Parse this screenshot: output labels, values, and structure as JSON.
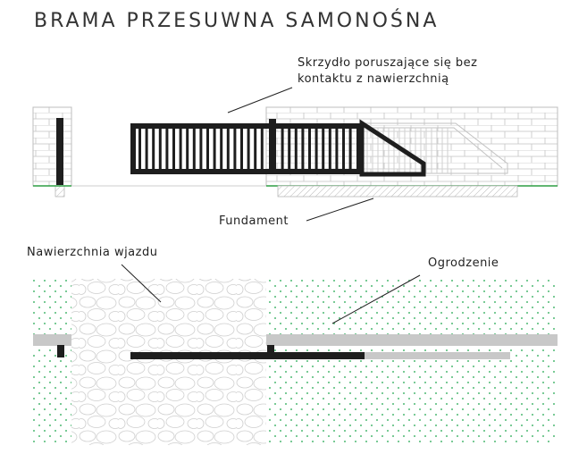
{
  "title": "BRAMA PRZESUWNA SAMONOŚNA",
  "labels": {
    "leaf_line1": "Skrzydło poruszające się bez",
    "leaf_line2": "kontaktu z nawierzchnią",
    "foundation": "Fundament",
    "driveway": "Nawierzchnia wjazdu",
    "fence": "Ogrodzenie"
  },
  "colors": {
    "gate": "#1e1e1e",
    "brick": "#bdbdbd",
    "ground_line": "#2e9e44",
    "grass_dots": "#1aa54a",
    "foundation_hatch": "#b8b8b8",
    "fence_bar": "#c8c8c8",
    "cobble": "#cccccc"
  }
}
